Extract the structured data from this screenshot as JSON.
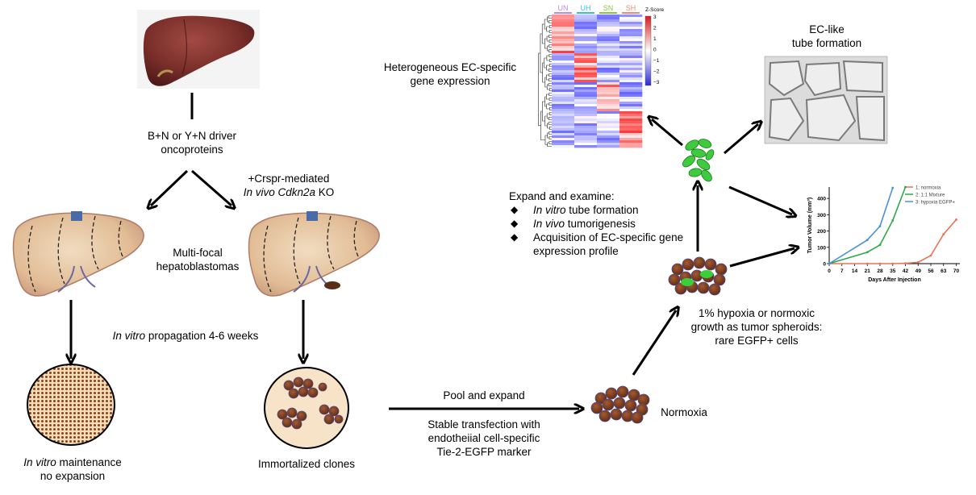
{
  "labels": {
    "driver": [
      "B+N or Y+N driver",
      "oncoproteins"
    ],
    "crispr_line1": "+Crspr-mediated",
    "crispr_line2_italic": "In vivo Cdkn2a",
    "crispr_line2_tail": " KO",
    "multifocal": [
      "Multi-focal",
      "hepatoblastomas"
    ],
    "propagation_italic": "In vitro",
    "propagation_tail": " propagation 4-6 weeks",
    "maintenance_italic": "In vitro",
    "maintenance_tail": " maintenance",
    "no_expansion": "no expansion",
    "immortalized": "Immortalized clones",
    "pool": "Pool and expand",
    "transfection": [
      "Stable transfection with",
      "endotheiial cell-specific",
      "Tie-2-EGFP marker"
    ],
    "normoxia": "Normoxia",
    "hypoxia": [
      "1% hypoxia or normoxic",
      "growth as tumor spheroids:",
      "rare EGFP+ cells"
    ],
    "expand_title": "Expand and examine:",
    "expand_items": [
      {
        "italic": "In vitro",
        "tail": " tube formation"
      },
      {
        "italic": "In vivo",
        "tail": " tumorigenesis"
      },
      {
        "italic": "",
        "tail": "Acquisition of EC-specific gene"
      }
    ],
    "expand_cont": "expression profile",
    "hetero": [
      "Heterogeneous EC-specific",
      "gene expression"
    ],
    "ec_like": [
      "EC-like",
      "tube formation"
    ],
    "bullet": "◆"
  },
  "heatmap": {
    "groups": [
      "UN",
      "UH",
      "SN",
      "SH"
    ],
    "group_colors": [
      "#c48ad8",
      "#3fb9e6",
      "#8cc63f",
      "#f08a7a"
    ],
    "legend_title": "Z-Score",
    "legend_ticks": [
      "3",
      "2",
      "1",
      "0",
      "−1",
      "−2",
      "−3"
    ]
  },
  "chart_data": {
    "type": "line",
    "xlabel": "Days After Injection",
    "ylabel": "Tumor Volume (mm³)",
    "xticks": [
      0,
      7,
      14,
      21,
      28,
      35,
      42,
      49,
      56,
      63,
      70
    ],
    "yticks": [
      0,
      100,
      200,
      300,
      400
    ],
    "xlim": [
      0,
      72
    ],
    "ylim": [
      0,
      470
    ],
    "legend_position": "top-right",
    "series": [
      {
        "name": "1: normoxia",
        "color": "#e8735a",
        "x": [
          0,
          21,
          28,
          35,
          42,
          49,
          56,
          63,
          70
        ],
        "y": [
          0,
          0,
          0,
          0,
          2,
          8,
          50,
          180,
          270
        ]
      },
      {
        "name": "2: 1:1 Mixture",
        "color": "#2ea84a",
        "x": [
          0,
          21,
          28,
          35,
          42
        ],
        "y": [
          0,
          70,
          115,
          265,
          470
        ]
      },
      {
        "name": "3: hypoxia EGFP+",
        "color": "#4a90d9",
        "x": [
          0,
          21,
          28,
          35
        ],
        "y": [
          0,
          145,
          230,
          465
        ]
      }
    ]
  },
  "colors": {
    "arrow": "#000000",
    "liver_dark": "#6d2a28",
    "liver_light": "#d9b48c",
    "cell_brown": "#7a3b20",
    "cell_edge": "#4e4a86",
    "egfp_green": "#3fcf3f",
    "dish_fill": "#f2d9b8",
    "dish_pattern": "#7b3a14"
  }
}
